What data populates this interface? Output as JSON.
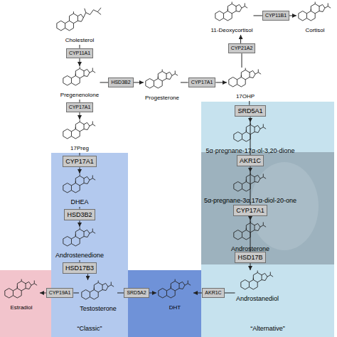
{
  "diagram": {
    "nodes": [
      {
        "text": [
          "Cholesterol"
        ]
      },
      {
        "text": [
          "CYP11A1"
        ]
      },
      {
        "text": [
          "Pregenenolone"
        ]
      },
      {
        "text": [
          "HSD3B2"
        ]
      },
      {
        "text": [
          "Progesterone"
        ]
      },
      {
        "text": [
          "CYP17A1"
        ]
      },
      {
        "text": [
          "17OHP"
        ]
      },
      {
        "text": [
          "CYP21A2"
        ]
      },
      {
        "text": [
          "11-Deoxycortisol"
        ]
      },
      {
        "text": [
          "CYP11B1"
        ]
      },
      {
        "text": [
          "Cortisol"
        ]
      },
      {
        "text": [
          "CYP17A1"
        ]
      },
      {
        "text": [
          "17Preg"
        ]
      },
      {
        "text": [
          "“Classic”"
        ]
      },
      {
        "text": [
          "CYP17A1"
        ],
        "in": 13
      },
      {
        "text": [
          "DHEA"
        ],
        "in": 13
      },
      {
        "text": [
          "HSD3B2"
        ],
        "in": 13
      },
      {
        "text": [
          "Androstenedione"
        ],
        "in": 13
      },
      {
        "text": [
          "HSD17B3"
        ],
        "in": 13
      },
      {
        "text": [
          "Testosterone"
        ],
        "in": 13
      },
      {
        "text": [
          "CYP19A1"
        ]
      },
      {
        "text": [
          "Estradiol"
        ]
      },
      {
        "text": [
          "SRD5A2"
        ]
      },
      {
        "text": [
          "DHT"
        ]
      },
      {
        "text": [
          "“Alternative”"
        ]
      },
      {
        "text": [
          "SRD5A1"
        ],
        "in": 24
      },
      {
        "text": [
          "5α-pregnane-17α-ol-3,20-dione"
        ],
        "in": 24
      },
      {
        "text": [
          "AKR1C"
        ],
        "in": 24
      },
      {
        "text": [
          "5α-pregnane-3α,17α-diol-20-one"
        ],
        "in": 24
      },
      {
        "text": [
          "CYP17A1"
        ],
        "in": 24
      },
      {
        "text": [
          "Androsterone"
        ],
        "in": 24
      },
      {
        "text": [
          "HSD17B"
        ],
        "in": 24
      },
      {
        "text": [
          "Androstanediol"
        ],
        "in": 24
      },
      {
        "text": [
          "AKR1C"
        ]
      }
    ],
    "edges": [
      {
        "from": 0,
        "to": 1,
        "arrow": "none"
      },
      {
        "from": 1,
        "to": 2,
        "arrow": "to"
      },
      {
        "from": 2,
        "to": 3,
        "arrow": "none"
      },
      {
        "from": 3,
        "to": 4,
        "arrow": "to"
      },
      {
        "from": 4,
        "to": 5,
        "arrow": "none"
      },
      {
        "from": 5,
        "to": 6,
        "arrow": "to"
      },
      {
        "from": 6,
        "to": 7,
        "arrow": "none"
      },
      {
        "from": 7,
        "to": 8,
        "arrow": "to"
      },
      {
        "from": 8,
        "to": 9,
        "arrow": "none"
      },
      {
        "from": 9,
        "to": 10,
        "arrow": "to"
      },
      {
        "from": 2,
        "to": 11,
        "arrow": "none"
      },
      {
        "from": 11,
        "to": 12,
        "arrow": "to"
      },
      {
        "from": 12,
        "to": 14,
        "arrow": "none"
      },
      {
        "from": 14,
        "to": 15,
        "arrow": "to"
      },
      {
        "from": 15,
        "to": 16,
        "arrow": "none"
      },
      {
        "from": 16,
        "to": 17,
        "arrow": "to"
      },
      {
        "from": 17,
        "to": 18,
        "arrow": "none"
      },
      {
        "from": 18,
        "to": 19,
        "arrow": "to"
      },
      {
        "from": 19,
        "to": 20,
        "arrow": "none"
      },
      {
        "from": 20,
        "to": 21,
        "arrow": "to"
      },
      {
        "from": 19,
        "to": 22,
        "arrow": "none"
      },
      {
        "from": 22,
        "to": 23,
        "arrow": "to"
      },
      {
        "from": 6,
        "to": 25,
        "arrow": "none"
      },
      {
        "from": 25,
        "to": 26,
        "arrow": "to"
      },
      {
        "from": 26,
        "to": 27,
        "arrow": "none"
      },
      {
        "from": 27,
        "to": 28,
        "arrow": "to"
      },
      {
        "from": 28,
        "to": 29,
        "arrow": "none"
      },
      {
        "from": 29,
        "to": 30,
        "arrow": "to"
      },
      {
        "from": 30,
        "to": 31,
        "arrow": "none"
      },
      {
        "from": 31,
        "to": 32,
        "arrow": "to"
      },
      {
        "from": 32,
        "to": 33,
        "arrow": "none"
      },
      {
        "from": 33,
        "to": 23,
        "arrow": "to"
      }
    ]
  }
}
